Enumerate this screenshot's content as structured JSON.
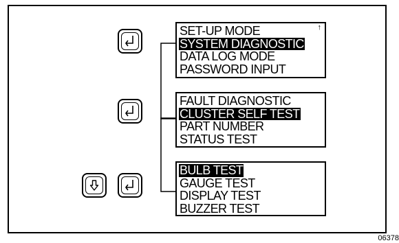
{
  "screens": [
    {
      "scroll_indicator": "↑",
      "lines": [
        {
          "text": "SET-UP MODE",
          "selected": false
        },
        {
          "text": "SYSTEM DIAGNOSTIC",
          "selected": true
        },
        {
          "text": "DATA LOG MODE",
          "selected": false
        },
        {
          "text": "PASSWORD INPUT",
          "selected": false
        }
      ]
    },
    {
      "lines": [
        {
          "text": "FAULT DIAGNOSTIC",
          "selected": false
        },
        {
          "text": "CLUSTER SELF TEST",
          "selected": true
        },
        {
          "text": "PART NUMBER",
          "selected": false
        },
        {
          "text": "STATUS TEST",
          "selected": false
        }
      ]
    },
    {
      "lines": [
        {
          "text": "BULB TEST",
          "selected": true
        },
        {
          "text": "GAUGE TEST",
          "selected": false
        },
        {
          "text": "DISPLAY TEST",
          "selected": false
        },
        {
          "text": "BUZZER TEST",
          "selected": false
        }
      ]
    }
  ],
  "buttons": {
    "enter_icon": "enter-key-icon",
    "down_icon": "down-arrow-key-icon"
  },
  "figure_code": "06378"
}
